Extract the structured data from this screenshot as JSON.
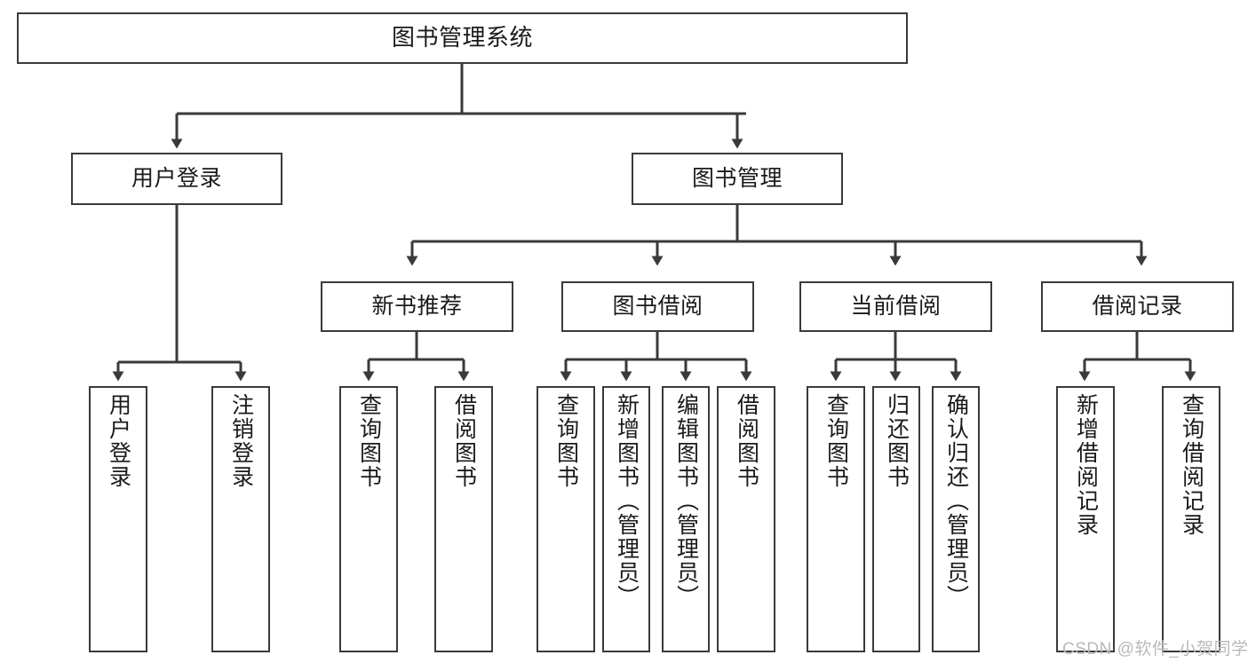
{
  "diagram": {
    "title_text": "图书管理系统",
    "type": "tree-hierarchy-diagram",
    "stroke_color": "#3a3a3a",
    "fill_color": "#ffffff",
    "text_color": "#1a1a1a"
  },
  "nodes": {
    "root": {
      "label": "图书管理系统"
    },
    "level2": [
      {
        "label": "用户登录"
      },
      {
        "label": "图书管理"
      }
    ],
    "level3": [
      {
        "label": "新书推荐"
      },
      {
        "label": "图书借阅"
      },
      {
        "label": "当前借阅"
      },
      {
        "label": "借阅记录"
      }
    ],
    "leaves": {
      "user_login": [
        {
          "label": "用户登录"
        },
        {
          "label": "注销登录"
        }
      ],
      "new_book_recommend": [
        {
          "label": "查询图书"
        },
        {
          "label": "借阅图书"
        }
      ],
      "book_borrow": [
        {
          "label": "查询图书"
        },
        {
          "label": "新增图书（管理员）"
        },
        {
          "label": "编辑图书（管理员）"
        },
        {
          "label": "借阅图书"
        }
      ],
      "current_borrow": [
        {
          "label": "查询图书"
        },
        {
          "label": "归还图书"
        },
        {
          "label": "确认归还（管理员）"
        }
      ],
      "borrow_record": [
        {
          "label": "新增借阅记录"
        },
        {
          "label": "查询借阅记录"
        }
      ]
    }
  },
  "watermark": {
    "text": "CSDN @软件_小贺同学"
  }
}
